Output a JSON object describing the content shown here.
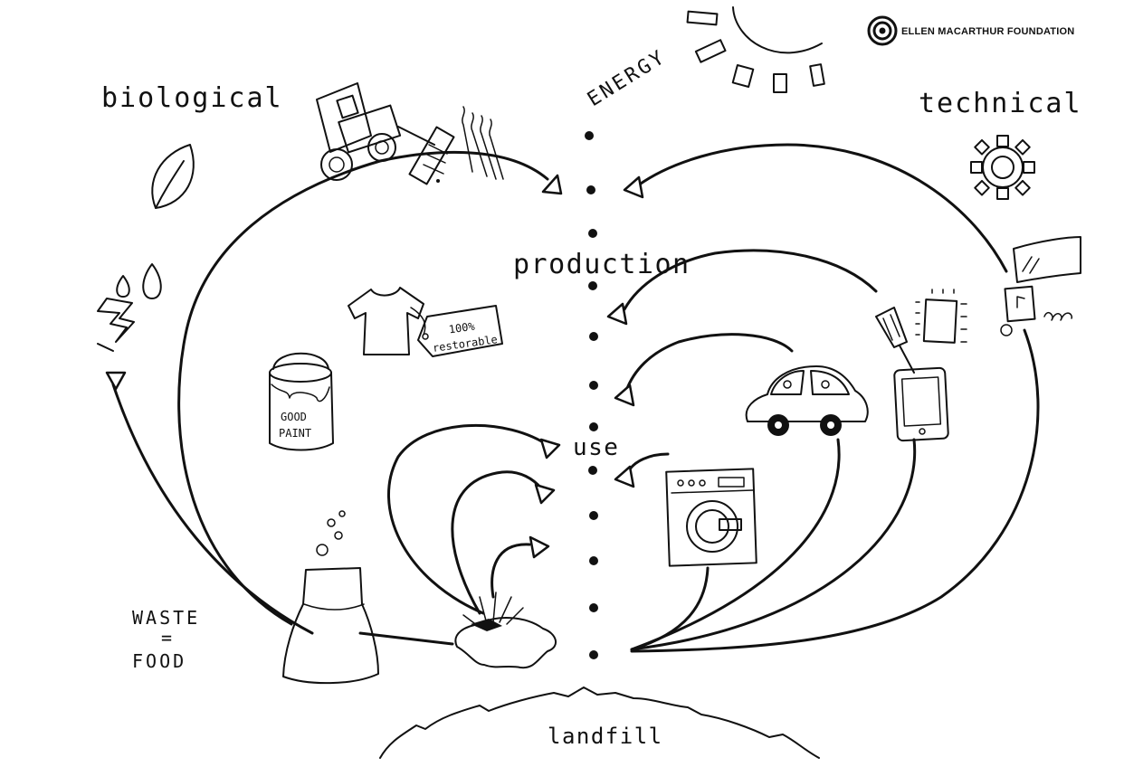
{
  "logo": {
    "text": "ELLEN MACARTHUR FOUNDATION"
  },
  "labels": {
    "biological": "biological",
    "technical": "technical",
    "energy": "ENERGY",
    "production": "production",
    "use": "use",
    "landfill": "landfill",
    "waste_line1": "WASTE",
    "waste_line2": "=",
    "waste_line3": "FOOD"
  },
  "items": {
    "tag_line1": "100%",
    "tag_line2": "restorable",
    "paint_line1": "GOOD",
    "paint_line2": "PAINT"
  },
  "icons": [
    "sun-icon",
    "leaf-icon",
    "gear-icon",
    "tractor-icon",
    "water-drops-icon",
    "lightning-icon",
    "tshirt-icon",
    "paint-can-icon",
    "flask-icon",
    "soil-plant-icon",
    "car-icon",
    "washing-machine-icon",
    "tablet-icon",
    "phone-icon",
    "spatula-icon",
    "display-screen-icon",
    "mobile-phone-icon"
  ]
}
